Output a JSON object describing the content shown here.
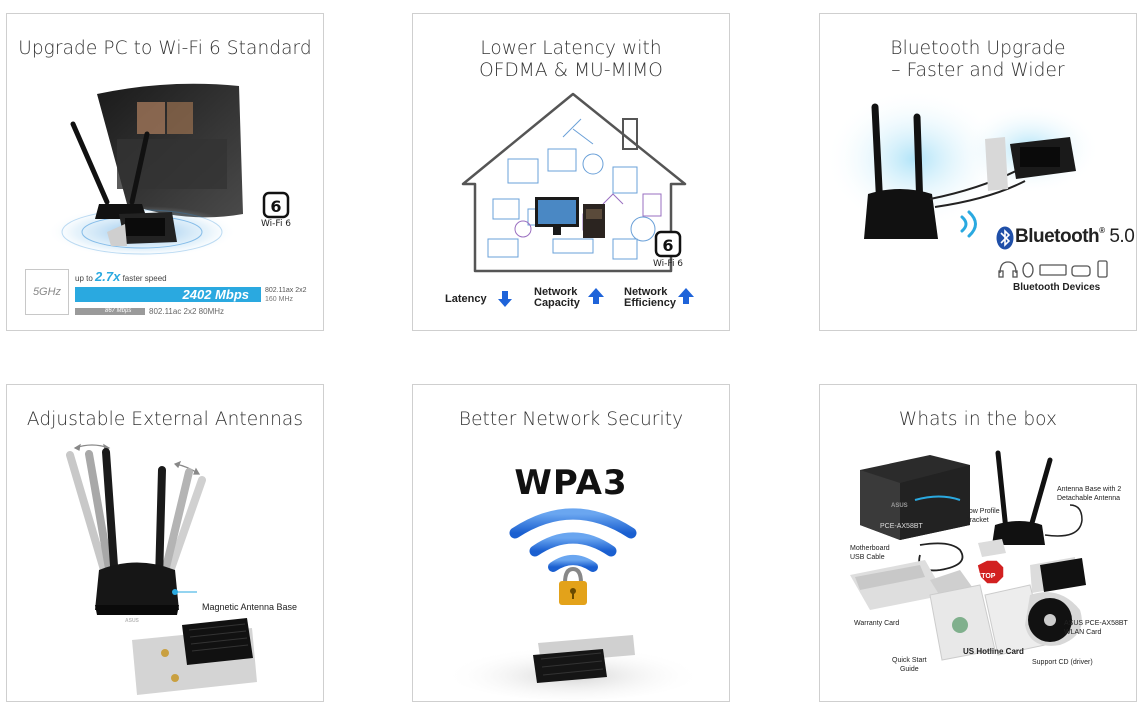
{
  "cards": [
    {
      "title": "Upgrade PC to Wi-Fi 6 Standard",
      "wifi6_label": "Wi-Fi 6",
      "band": "5GHz",
      "speedup_prefix": "up to",
      "speedup_value": "2.7x",
      "speedup_suffix": "faster speed",
      "ax_speed": "2402 Mbps",
      "ax_spec_line1": "802.11ax 2x2",
      "ax_spec_line2": "160 MHz",
      "ac_speed": "867 Mbps",
      "ac_spec": "802.11ac 2x2 80MHz"
    },
    {
      "title_line1": "Lower Latency with",
      "title_line2": "OFDMA & MU-MIMO",
      "wifi6_label": "Wi-Fi 6",
      "metrics": [
        {
          "line1": "Latency",
          "line2": "",
          "direction": "down"
        },
        {
          "line1": "Network",
          "line2": "Capacity",
          "direction": "up"
        },
        {
          "line1": "Network",
          "line2": "Efficiency",
          "direction": "up"
        }
      ]
    },
    {
      "title_line1": "Bluetooth Upgrade",
      "title_line2": "– Faster and Wider",
      "bt_brand": "Bluetooth",
      "bt_version": "5.0",
      "devices_label": "Bluetooth Devices"
    },
    {
      "title": "Adjustable External Antennas",
      "callout": "Magnetic Antenna Base",
      "brand": "ASUS"
    },
    {
      "title": "Better Network Security",
      "security_label": "WPA3"
    },
    {
      "title": "Whats in the box",
      "box_brand": "ASUS",
      "box_model": "PCE-AX58BT",
      "stop_sign": "STOP",
      "items": [
        {
          "line1": "Low Profile",
          "line2": "Bracket"
        },
        {
          "line1": "Antenna Base with 2",
          "line2": "Detachable Antenna"
        },
        {
          "line1": "Motherboard",
          "line2": "USB Cable"
        },
        {
          "line1": "Warranty Card",
          "line2": ""
        },
        {
          "line1": "ASUS PCE-AX58BT",
          "line2": "WLAN Card"
        },
        {
          "line1": "Quick Start",
          "line2": "Guide"
        },
        {
          "line1": "US Hotline Card",
          "line2": ""
        },
        {
          "line1": "Support CD (driver)",
          "line2": ""
        }
      ]
    }
  ],
  "colors": {
    "wifi_blue": "#2aa9e0",
    "arrow_blue": "#1e63d9",
    "wpa_blue": "#1f6fd6",
    "lock_gold": "#e3a21a",
    "stop_red": "#d22020"
  }
}
